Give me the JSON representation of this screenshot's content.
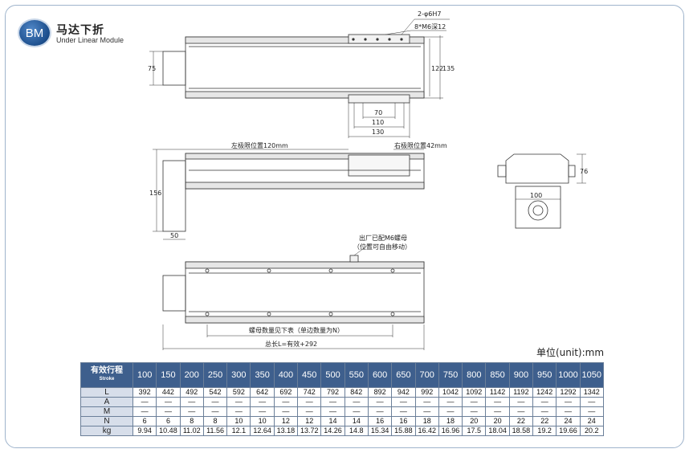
{
  "header": {
    "logo_text": "BM",
    "title_cn": "马达下折",
    "title_en": "Under Linear Module"
  },
  "top_view": {
    "callout_pins": "2-φ6H7",
    "callout_holes": "8*M6深12",
    "dim_left_height": "75",
    "dim_height_122": "122",
    "dim_height_135": "135",
    "dim_70": "70",
    "dim_110": "110",
    "dim_130": "130"
  },
  "front_view": {
    "left_limit": "左极限位置120mm",
    "right_limit": "右极限位置42mm",
    "dim_height": "156",
    "dim_50": "50"
  },
  "end_view": {
    "dim_height": "76",
    "dim_width": "100"
  },
  "bottom_view": {
    "nut_note_1": "出厂已配M6螺母",
    "nut_note_2": "（位置可自由移动）",
    "nut_count_note": "螺母数量见下表（单边数量为N）",
    "total_length": "总长L=有效+292"
  },
  "unit_label": "单位(unit):mm",
  "spec_table": {
    "header_cn": "有效行程",
    "header_en": "Stroke",
    "strokes": [
      "100",
      "150",
      "200",
      "250",
      "300",
      "350",
      "400",
      "450",
      "500",
      "550",
      "600",
      "650",
      "700",
      "750",
      "800",
      "850",
      "900",
      "950",
      "1000",
      "1050"
    ],
    "rows": [
      {
        "label": "L",
        "values": [
          "392",
          "442",
          "492",
          "542",
          "592",
          "642",
          "692",
          "742",
          "792",
          "842",
          "892",
          "942",
          "992",
          "1042",
          "1092",
          "1142",
          "1192",
          "1242",
          "1292",
          "1342"
        ]
      },
      {
        "label": "A",
        "values": [
          "—",
          "—",
          "—",
          "—",
          "—",
          "—",
          "—",
          "—",
          "—",
          "—",
          "—",
          "—",
          "—",
          "—",
          "—",
          "—",
          "—",
          "—",
          "—",
          "—"
        ]
      },
      {
        "label": "M",
        "values": [
          "—",
          "—",
          "—",
          "—",
          "—",
          "—",
          "—",
          "—",
          "—",
          "—",
          "—",
          "—",
          "—",
          "—",
          "—",
          "—",
          "—",
          "—",
          "—",
          "—"
        ]
      },
      {
        "label": "N",
        "values": [
          "6",
          "6",
          "8",
          "8",
          "10",
          "10",
          "12",
          "12",
          "14",
          "14",
          "16",
          "16",
          "18",
          "18",
          "20",
          "20",
          "22",
          "22",
          "24",
          "24"
        ]
      },
      {
        "label": "kg",
        "values": [
          "9.94",
          "10.48",
          "11.02",
          "11.56",
          "12.1",
          "12.64",
          "13.18",
          "13.72",
          "14.26",
          "14.8",
          "15.34",
          "15.88",
          "16.42",
          "16.96",
          "17.5",
          "18.04",
          "18.58",
          "19.2",
          "19.66",
          "20.2"
        ]
      }
    ]
  }
}
